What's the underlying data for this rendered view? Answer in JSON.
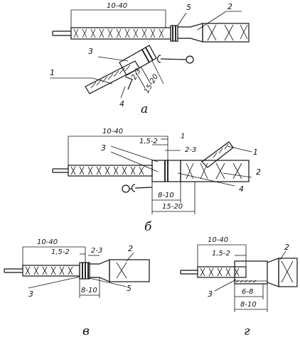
{
  "panels": [
    {
      "caption": "а",
      "dims": [
        "10-40",
        "2-3",
        "15-20"
      ],
      "parts": [
        "1",
        "2",
        "3",
        "4",
        "5"
      ]
    },
    {
      "caption": "б",
      "dims": [
        "10-40",
        "1,5-2",
        "1",
        "2-3",
        "8-10",
        "15-20"
      ],
      "parts": [
        "1",
        "2",
        "3",
        "4"
      ]
    },
    {
      "caption": "в",
      "dims": [
        "10-40",
        "1,5-2",
        "2-3",
        "8-10"
      ],
      "parts": [
        "2",
        "3",
        "5"
      ]
    },
    {
      "caption": "г",
      "dims": [
        "10-40",
        "1,5-2",
        "6-8",
        "8-10"
      ],
      "parts": [
        "2",
        "3"
      ]
    }
  ]
}
